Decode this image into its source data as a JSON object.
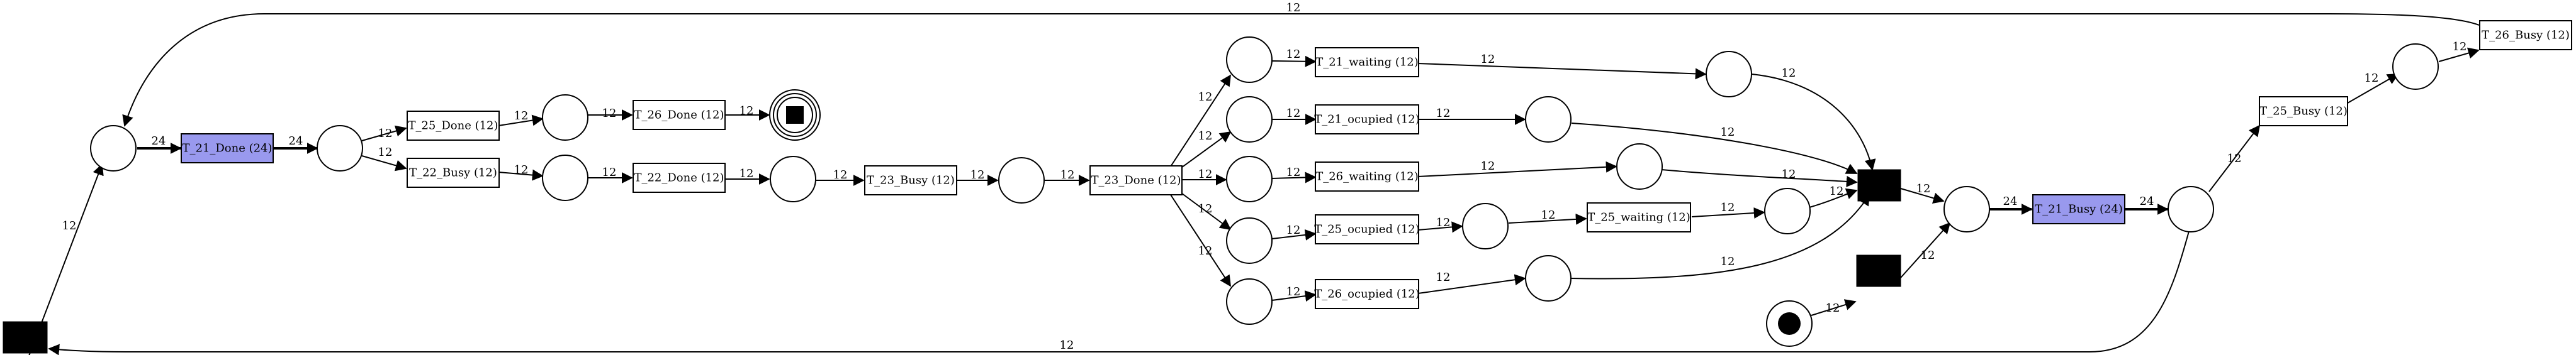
{
  "diagram": {
    "transitions": {
      "t21_done": "T_21_Done (24)",
      "t25_done": "T_25_Done (12)",
      "t22_busy": "T_22_Busy (12)",
      "t26_done": "T_26_Done (12)",
      "t22_done": "T_22_Done (12)",
      "t23_busy": "T_23_Busy (12)",
      "t23_done": "T_23_Done (12)",
      "t21_waiting": "T_21_waiting (12)",
      "t21_ocupied": "T_21_ocupied (12)",
      "t26_waiting": "T_26_waiting (12)",
      "t25_ocupied": "T_25_ocupied (12)",
      "t25_waiting": "T_25_waiting (12)",
      "t26_ocupied": "T_26_ocupied (12)",
      "t21_busy": "T_21_Busy (24)",
      "t25_busy": "T_25_Busy (12)",
      "t26_busy": "T_26_Busy (12)"
    },
    "edge_labels": {
      "e_loop_top": "12",
      "e_src_to_p0": "12",
      "e_p0_t21done": "24",
      "e_t21done_p1": "24",
      "e_p1_t25done": "12",
      "e_p1_t22busy": "12",
      "e_t25done_p2": "12",
      "e_p2_t26done": "12",
      "e_t26done_final": "12",
      "e_t22busy_p3": "12",
      "e_p3_t22done": "12",
      "e_t22done_p4": "12",
      "e_p4_t23busy": "12",
      "e_t23busy_p5": "12",
      "e_p5_t23done": "12",
      "e_t23done_p6": "12",
      "e_t23done_p7": "12",
      "e_t23done_p8": "12",
      "e_t23done_p9": "12",
      "e_t23done_p10": "12",
      "e_p6_t21waiting": "12",
      "e_p7_t21ocupied": "12",
      "e_p8_t26waiting": "12",
      "e_p9_t25ocupied": "12",
      "e_p10_t26ocupied": "12",
      "e_t21waiting_p11": "12",
      "e_t21ocupied_p12": "12",
      "e_t26waiting_p13": "12",
      "e_t25ocupied_p14": "12",
      "e_p14_t25waiting": "12",
      "e_t25waiting_p15": "12",
      "e_t26ocupied_p16": "12",
      "e_p11_join": "12",
      "e_p12_join": "12",
      "e_p13_join": "12",
      "e_p15_join": "12",
      "e_p16_join": "12",
      "e_join_p17": "12",
      "e_start_silent": "12",
      "e_silent_p17": "12",
      "e_p17_t21busy": "24",
      "e_t21busy_p18": "24",
      "e_p18_t25busy": "12",
      "e_t25busy_p19": "12",
      "e_p19_t26busy": "12",
      "e_loop_bottom": "12"
    }
  }
}
